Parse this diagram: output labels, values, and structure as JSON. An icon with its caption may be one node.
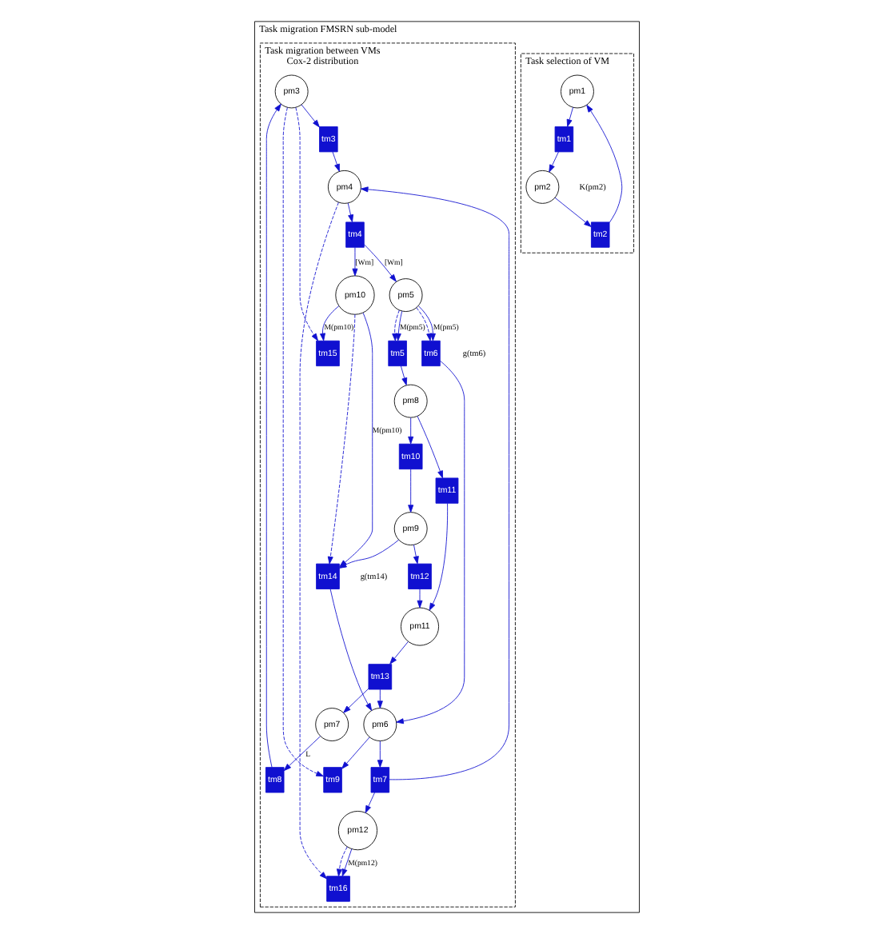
{
  "diagram": {
    "nodes": [
      {
        "text": [
          "Task migration FMSRN sub-model"
        ]
      },
      {
        "text": [
          "Task selection of VM"
        ],
        "in": 0
      },
      {
        "text": [
          "pm1"
        ],
        "in": 1
      },
      {
        "text": [
          "tm1"
        ],
        "in": 1
      },
      {
        "text": [
          "pm2"
        ],
        "in": 1,
        "beside": [
          "K(pm2)"
        ]
      },
      {
        "text": [
          "tm2"
        ],
        "in": 1
      },
      {
        "text": [
          "Task migration between VMs",
          "Cox-2 distribution"
        ],
        "in": 0
      },
      {
        "text": [
          "tm9"
        ],
        "in": 6
      },
      {
        "text": [
          "pm7"
        ],
        "in": 6
      },
      {
        "text": [
          "tm8"
        ],
        "in": 6
      },
      {
        "text": [
          "pm3"
        ],
        "in": 6
      },
      {
        "text": [
          "tm16"
        ],
        "in": 6
      },
      {
        "text": [
          "pm12"
        ],
        "in": 6
      },
      {
        "text": [
          "tm3"
        ],
        "in": 6
      },
      {
        "text": [
          "pm4"
        ],
        "in": 6
      },
      {
        "text": [
          "tm11"
        ],
        "in": 6
      },
      {
        "text": [
          "pm9"
        ],
        "in": 6
      },
      {
        "text": [
          "tm10"
        ],
        "in": 6
      },
      {
        "text": [
          "pm8"
        ],
        "in": 6
      },
      {
        "text": [
          "pm5"
        ],
        "in": 6
      },
      {
        "text": [
          "tm5"
        ],
        "in": 6
      },
      {
        "text": [
          "tm4"
        ],
        "in": 6
      },
      {
        "text": [
          "tm12"
        ],
        "in": 6
      },
      {
        "text": [
          "tm14"
        ],
        "in": 6,
        "beside": [
          "g(tm14)"
        ]
      },
      {
        "text": [
          "tm6"
        ],
        "in": 6,
        "beside": [
          "g(tm6)"
        ]
      },
      {
        "text": [
          "pm10"
        ],
        "in": 6
      },
      {
        "text": [
          "pm11"
        ],
        "in": 6
      },
      {
        "text": [
          "tm13"
        ],
        "in": 6
      },
      {
        "text": [
          "pm6"
        ],
        "in": 6
      },
      {
        "text": [
          "tm7"
        ],
        "in": 6
      },
      {
        "text": [
          "tm15"
        ],
        "in": 6
      }
    ],
    "edges": [
      {
        "from": 2,
        "to": 3,
        "arrow": "to"
      },
      {
        "from": 3,
        "to": 4,
        "arrow": "to"
      },
      {
        "from": 4,
        "to": 5,
        "arrow": "to"
      },
      {
        "from": 5,
        "to": 2,
        "arrow": "to"
      },
      {
        "from": 28,
        "to": 7,
        "arrow": "to"
      },
      {
        "from": 10,
        "to": 7,
        "arrow": "to",
        "style": "dashed"
      },
      {
        "from": 27,
        "to": 8,
        "arrow": "to"
      },
      {
        "from": 8,
        "to": 9,
        "arrow": "to",
        "label": "L"
      },
      {
        "from": 9,
        "to": 10,
        "arrow": "to"
      },
      {
        "from": 10,
        "to": 13,
        "arrow": "to"
      },
      {
        "from": 13,
        "to": 14,
        "arrow": "to"
      },
      {
        "from": 14,
        "to": 11,
        "arrow": "to",
        "style": "dashed"
      },
      {
        "from": 12,
        "to": 11,
        "arrow": "to",
        "style": "dashed"
      },
      {
        "from": 12,
        "to": 11,
        "arrow": "to",
        "label": "M(pm12)"
      },
      {
        "from": 10,
        "to": 30,
        "arrow": "to",
        "style": "dashed"
      },
      {
        "from": 14,
        "to": 21,
        "arrow": "to"
      },
      {
        "from": 21,
        "to": 19,
        "arrow": "to",
        "label": "[Wm]"
      },
      {
        "from": 21,
        "to": 25,
        "arrow": "to",
        "label": "[Wm]"
      },
      {
        "from": 29,
        "to": 14,
        "arrow": "to"
      },
      {
        "from": 29,
        "to": 12,
        "arrow": "to"
      },
      {
        "from": 19,
        "to": 20,
        "arrow": "to",
        "label": "M(pm5)"
      },
      {
        "from": 19,
        "to": 20,
        "arrow": "to",
        "style": "dashed"
      },
      {
        "from": 20,
        "to": 18,
        "arrow": "to"
      },
      {
        "from": 18,
        "to": 17,
        "arrow": "to"
      },
      {
        "from": 17,
        "to": 16,
        "arrow": "to"
      },
      {
        "from": 18,
        "to": 15,
        "arrow": "to"
      },
      {
        "from": 15,
        "to": 26,
        "arrow": "to"
      },
      {
        "from": 19,
        "to": 24,
        "arrow": "to",
        "label": "M(pm5)"
      },
      {
        "from": 19,
        "to": 24,
        "arrow": "to",
        "style": "dashed"
      },
      {
        "from": 24,
        "to": 28,
        "arrow": "to"
      },
      {
        "from": 16,
        "to": 23,
        "arrow": "to"
      },
      {
        "from": 23,
        "to": 28,
        "arrow": "to"
      },
      {
        "from": 25,
        "to": 23,
        "arrow": "to",
        "style": "dashed"
      },
      {
        "from": 25,
        "to": 23,
        "arrow": "to",
        "label": "M(pm10)"
      },
      {
        "from": 16,
        "to": 22,
        "arrow": "to"
      },
      {
        "from": 22,
        "to": 26,
        "arrow": "to"
      },
      {
        "from": 26,
        "to": 27,
        "arrow": "to"
      },
      {
        "from": 27,
        "to": 28,
        "arrow": "to"
      },
      {
        "from": 28,
        "to": 29,
        "arrow": "to"
      },
      {
        "from": 25,
        "to": 30,
        "arrow": "to",
        "label": "M(pm10)"
      }
    ]
  }
}
